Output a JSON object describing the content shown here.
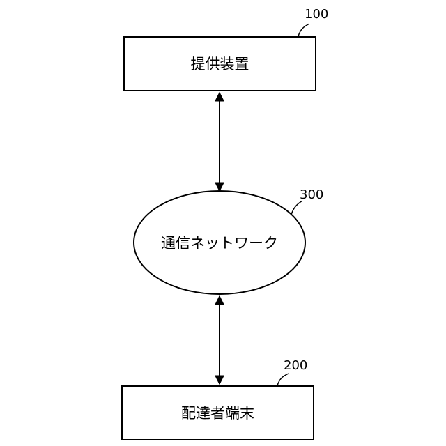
{
  "nodes": {
    "provider": {
      "label": "提供装置",
      "ref": "100"
    },
    "network": {
      "label": "通信ネットワーク",
      "ref": "300"
    },
    "terminal": {
      "label": "配達者端末",
      "ref": "200"
    }
  }
}
